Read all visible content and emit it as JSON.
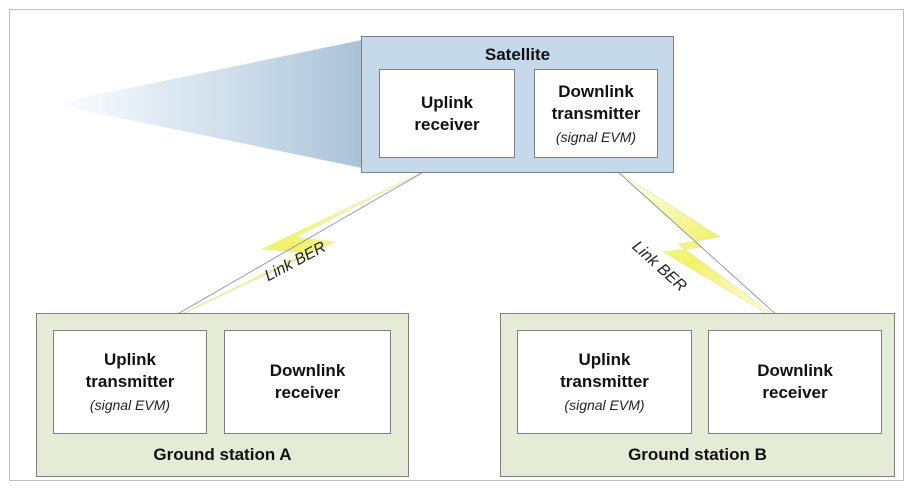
{
  "satellite": {
    "title": "Satellite",
    "uplink_receiver": {
      "line1": "Uplink",
      "line2": "receiver"
    },
    "downlink_transmitter": {
      "line1": "Downlink",
      "line2": "transmitter",
      "note": "(signal EVM)"
    }
  },
  "ground_station_a": {
    "title": "Ground station A",
    "uplink_transmitter": {
      "line1": "Uplink",
      "line2": "transmitter",
      "note": "(signal EVM)"
    },
    "downlink_receiver": {
      "line1": "Downlink",
      "line2": "receiver"
    }
  },
  "ground_station_b": {
    "title": "Ground station B",
    "uplink_transmitter": {
      "line1": "Uplink",
      "line2": "transmitter",
      "note": "(signal EVM)"
    },
    "downlink_receiver": {
      "line1": "Downlink",
      "line2": "receiver"
    }
  },
  "links": {
    "left_label": "Link BER",
    "right_label": "Link BER"
  },
  "colors": {
    "satellite_fill": "#c5d9ea",
    "ground_fill": "#e4ebd7",
    "lightning": "#f2f26a",
    "beam": "#c5d9ea"
  }
}
